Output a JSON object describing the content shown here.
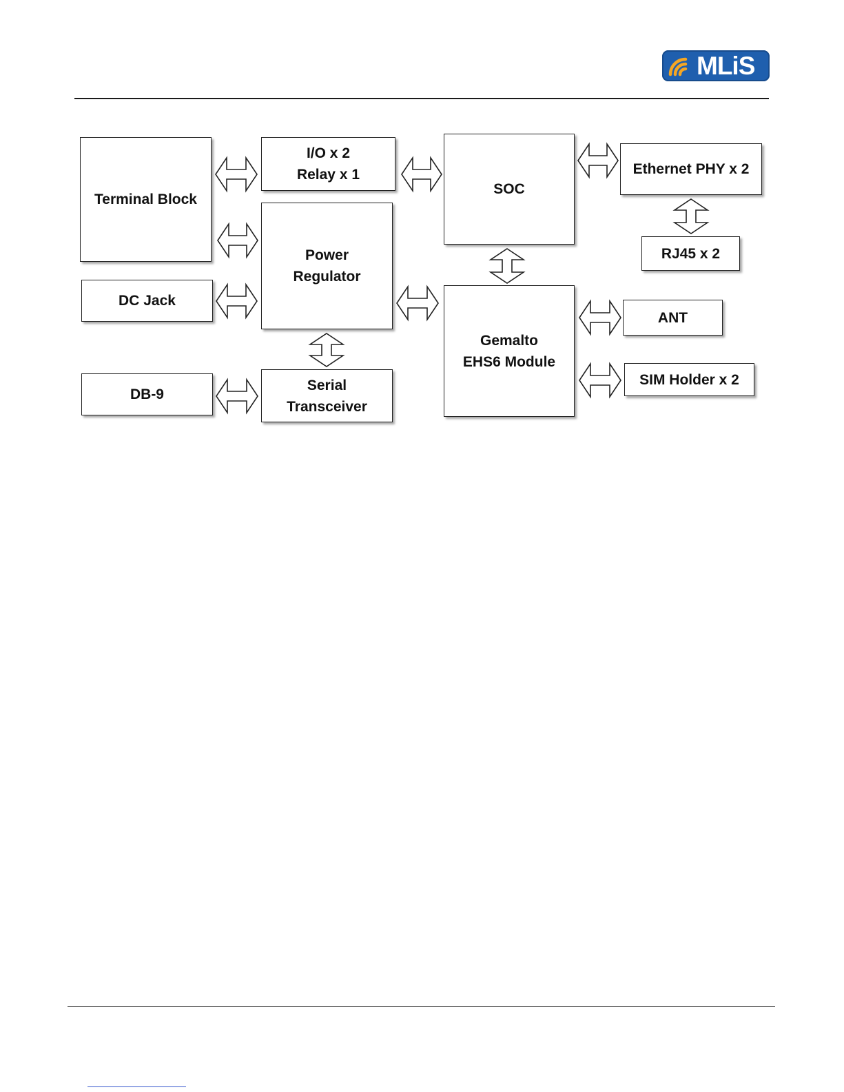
{
  "header": {
    "logo_text": "MLiS",
    "logo_colors": {
      "background": "#1f5fae",
      "arcs": "#f5a623",
      "text": "#ffffff"
    }
  },
  "diagram": {
    "blocks": {
      "terminal_block": "Terminal Block",
      "io_relay": "I/O x 2\nRelay x 1",
      "soc": "SOC",
      "ethernet_phy": "Ethernet PHY x 2",
      "rj45": "RJ45 x 2",
      "power_regulator": "Power\nRegulator",
      "dc_jack": "DC Jack",
      "gemalto_module": "Gemalto\nEHS6 Module",
      "ant": "ANT",
      "db9": "DB-9",
      "serial_transceiver": "Serial\nTransceiver",
      "sim_holder": "SIM Holder x 2"
    },
    "connections": [
      {
        "from": "terminal_block",
        "to": "io_relay",
        "type": "bidirectional"
      },
      {
        "from": "terminal_block",
        "to": "power_regulator",
        "type": "bidirectional"
      },
      {
        "from": "io_relay",
        "to": "soc",
        "type": "bidirectional"
      },
      {
        "from": "soc",
        "to": "ethernet_phy",
        "type": "bidirectional"
      },
      {
        "from": "ethernet_phy",
        "to": "rj45",
        "type": "bidirectional"
      },
      {
        "from": "soc",
        "to": "gemalto_module",
        "type": "bidirectional"
      },
      {
        "from": "dc_jack",
        "to": "power_regulator",
        "type": "bidirectional"
      },
      {
        "from": "power_regulator",
        "to": "gemalto_module",
        "type": "bidirectional"
      },
      {
        "from": "power_regulator",
        "to": "serial_transceiver",
        "type": "bidirectional"
      },
      {
        "from": "db9",
        "to": "serial_transceiver",
        "type": "bidirectional"
      },
      {
        "from": "gemalto_module",
        "to": "ant",
        "type": "bidirectional"
      },
      {
        "from": "gemalto_module",
        "to": "sim_holder",
        "type": "bidirectional"
      }
    ]
  }
}
